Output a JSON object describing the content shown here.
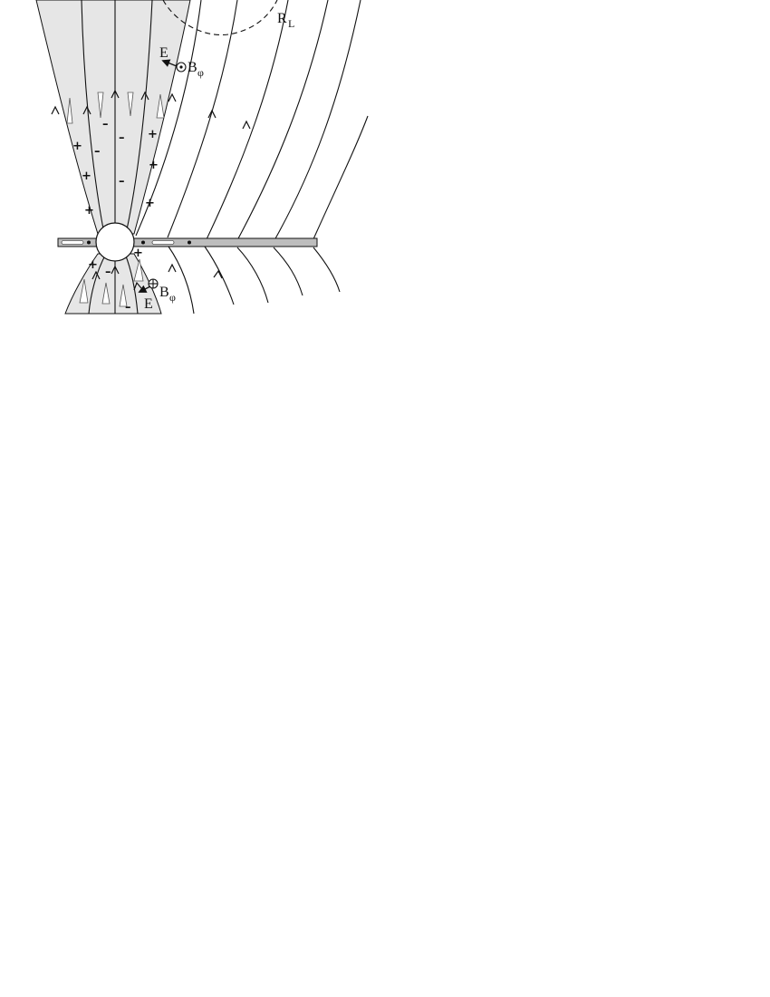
{
  "labels": {
    "light_cylinder": "R",
    "light_cylinder_sub": "L",
    "e_field_upper": "E",
    "e_field_lower": "E",
    "b_field_upper": "B",
    "b_field_upper_sub": "φ",
    "b_field_lower": "B",
    "b_field_lower_sub": "φ"
  },
  "charges": {
    "plus": "+",
    "minus": "–"
  },
  "colors": {
    "wind_region": "#e6e6e6",
    "current_sheet": "#bdbdbd",
    "line": "#111111"
  }
}
